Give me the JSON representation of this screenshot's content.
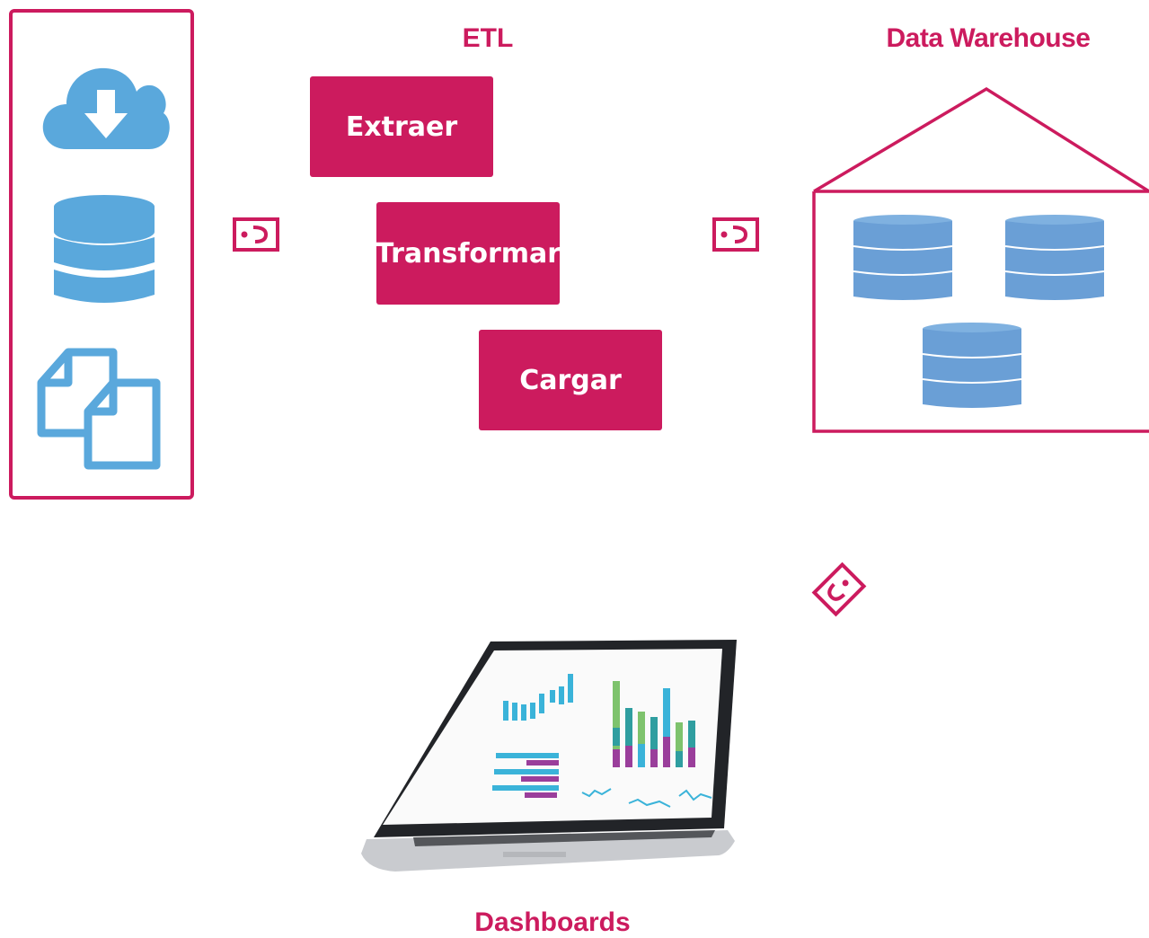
{
  "etl": {
    "title": "ETL",
    "steps": [
      "Extraer",
      "Transformar",
      "Cargar"
    ]
  },
  "warehouse": {
    "title": "Data Warehouse"
  },
  "dashboards": {
    "title": "Dashboards"
  },
  "sources": {
    "icons": [
      "cloud-download-icon",
      "database-icon",
      "documents-icon"
    ]
  },
  "colors": {
    "accent": "#cc1b5e",
    "icon_blue": "#5aa8dc",
    "db_blue": "#6a9fd6"
  }
}
